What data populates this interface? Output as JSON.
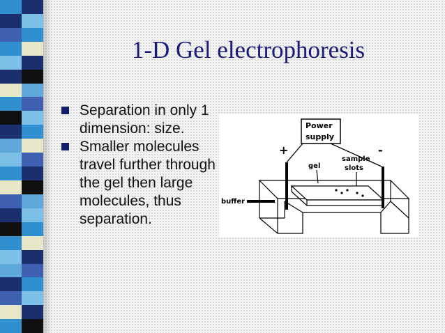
{
  "slide": {
    "title": "1-D Gel electrophoresis",
    "bullets": [
      "Separation in only 1 dimension: size.",
      "Smaller molecules travel further through the gel then large molecules, thus separation."
    ]
  },
  "diagram": {
    "power_line1": "Power",
    "power_line2": "supply",
    "plus": "+",
    "minus": "-",
    "gel": "gel",
    "sample_line1": "sample",
    "sample_line2": "slots",
    "buffer": "buffer"
  },
  "colors": {
    "title": "#1a1a7a",
    "bullet": "#0f1f6e",
    "strip": [
      "#1b2f6e",
      "#2f8fcf",
      "#e8e6c8",
      "#5da8d8",
      "#101010",
      "#3f5fb0",
      "#7cc0e8",
      "#ffffff"
    ]
  }
}
